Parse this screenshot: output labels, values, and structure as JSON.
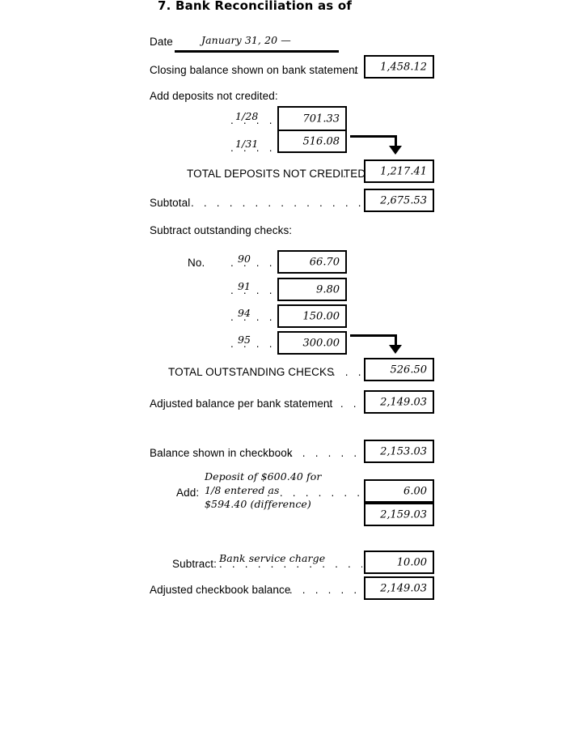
{
  "form": {
    "title": "7. Bank Reconciliation as of",
    "date_label": "Date",
    "date_value": "January 31, 20 —"
  },
  "bank_side": {
    "closing_balance_label": "Closing balance shown on bank statement",
    "closing_balance_leader": ". .",
    "closing_balance_value": "1,458.12",
    "add_deposits_label": "Add deposits not credited:",
    "deposits": [
      {
        "date": "1/28",
        "leader": ". . . . .",
        "amount": "701.33"
      },
      {
        "date": "1/31",
        "leader": ". . . . .",
        "amount": "516.08"
      }
    ],
    "total_deposits_label": "TOTAL DEPOSITS NOT CREDITED",
    "total_deposits_leader": ". .",
    "total_deposits_value": "1,217.41",
    "subtotal_label": "Subtotal",
    "subtotal_leader": ". . . . . . . . . . . . . . . . .",
    "subtotal_value": "2,675.53",
    "subtract_checks_label": "Subtract outstanding checks:",
    "check_no_label": "No.",
    "checks": [
      {
        "number": "90",
        "leader": ". . . . . .",
        "amount": "66.70"
      },
      {
        "number": "91",
        "leader": ". . . . . .",
        "amount": "9.80"
      },
      {
        "number": "94",
        "leader": ". . . . . .",
        "amount": "150.00"
      },
      {
        "number": "95",
        "leader": ". . . . . .",
        "amount": "300.00"
      }
    ],
    "total_checks_label": "TOTAL OUTSTANDING CHECKS",
    "total_checks_leader": ". . . . .",
    "total_checks_value": "526.50",
    "adjusted_bank_label": "Adjusted balance per bank statement",
    "adjusted_bank_leader": ". . . .",
    "adjusted_bank_value": "2,149.03"
  },
  "checkbook_side": {
    "checkbook_balance_label": "Balance shown in checkbook",
    "checkbook_balance_leader": ". . . . . . . . .",
    "checkbook_balance_value": "2,153.03",
    "add_label": "Add:",
    "add_note_line1": "Deposit of $600.40 for",
    "add_note_line2": "1/8 entered as",
    "add_note_line3": "$594.40 (difference)",
    "add_leader": ". . . . . . . . . .",
    "add_value": "6.00",
    "add_running_value": "2,159.03",
    "subtract_label": "Subtract:",
    "subtract_note": "Bank service charge",
    "subtract_leader": ". . . . . . . . . . . . . .",
    "subtract_value": "10.00",
    "adjusted_checkbook_label": "Adjusted checkbook balance",
    "adjusted_checkbook_leader": ". . . . . . . . .",
    "adjusted_checkbook_value": "2,149.03"
  }
}
